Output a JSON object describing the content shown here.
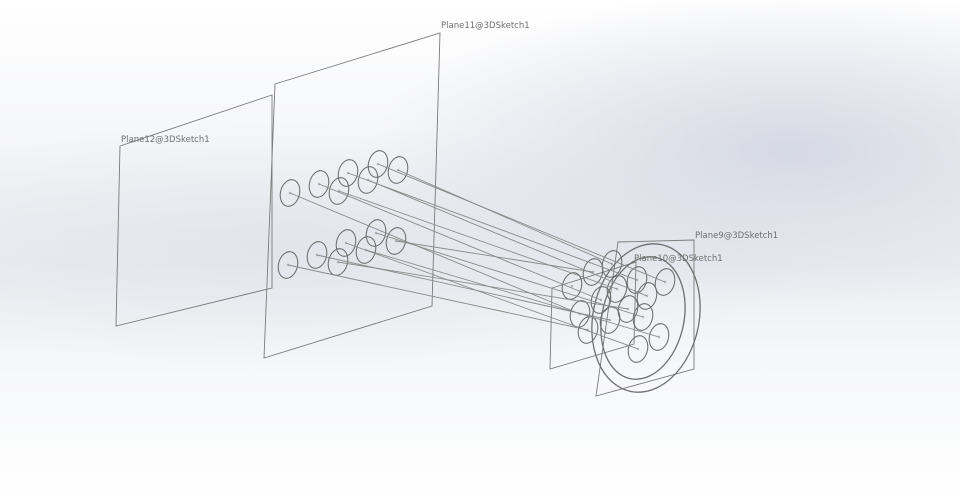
{
  "app": {
    "view": "3D sketch viewport"
  },
  "planes": [
    {
      "id": "plane11",
      "label": "Plane11@3DSketch1"
    },
    {
      "id": "plane12",
      "label": "Plane12@3DSketch1"
    },
    {
      "id": "plane9",
      "label": "Plane9@3DSketch1"
    },
    {
      "id": "plane10",
      "label": "Plane10@3DSketch1"
    }
  ],
  "colors": {
    "geometry": "#7a7a7a",
    "profile": "#6a6a6a",
    "label": "#6f6f6f"
  }
}
